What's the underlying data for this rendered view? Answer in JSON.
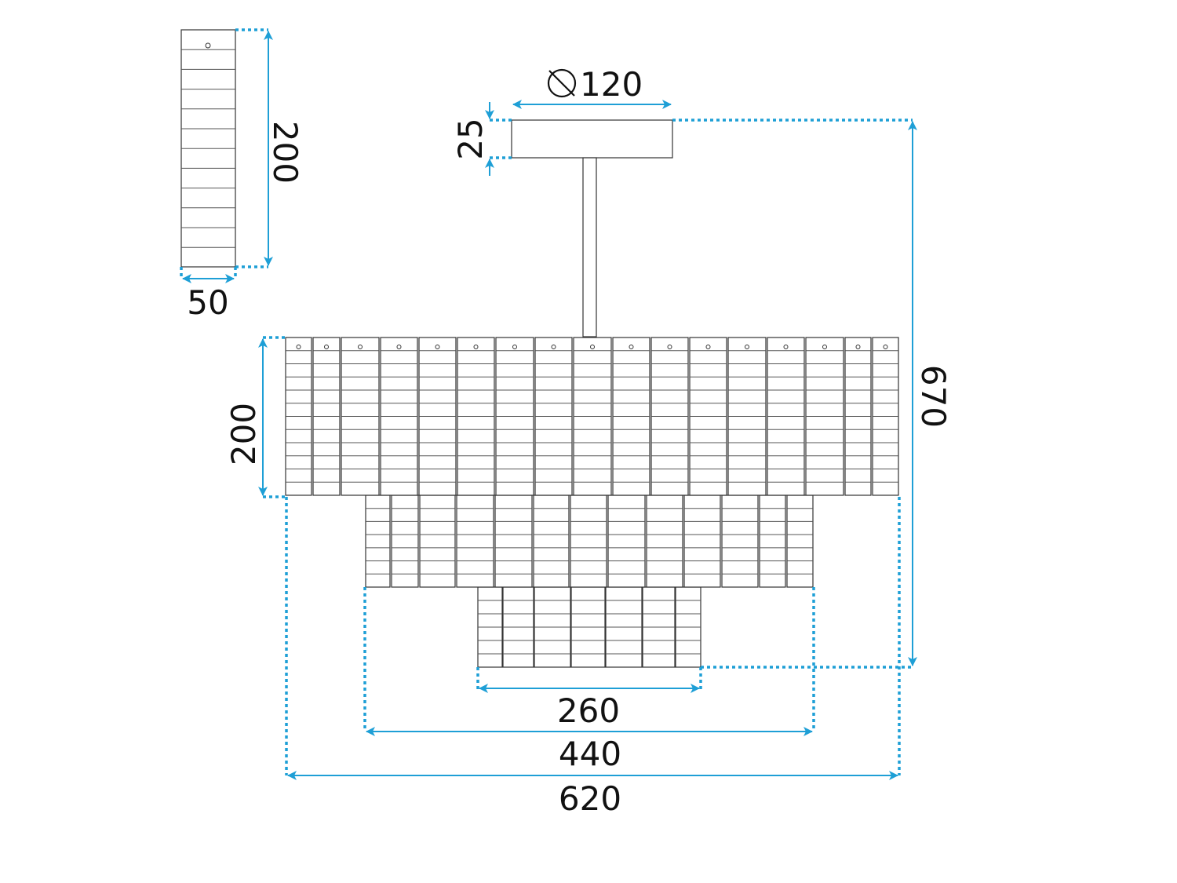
{
  "dimensions": {
    "crystal_height": "200",
    "crystal_width": "50",
    "canopy_diameter": "120",
    "canopy_height": "25",
    "tier_height": "200",
    "total_height": "670",
    "bottom_width": "260",
    "middle_width": "440",
    "top_width": "620"
  },
  "symbols": {
    "diameter_icon": "diameter-symbol"
  },
  "colors": {
    "dimension": "#1e9fd6",
    "outline": "#333333"
  }
}
